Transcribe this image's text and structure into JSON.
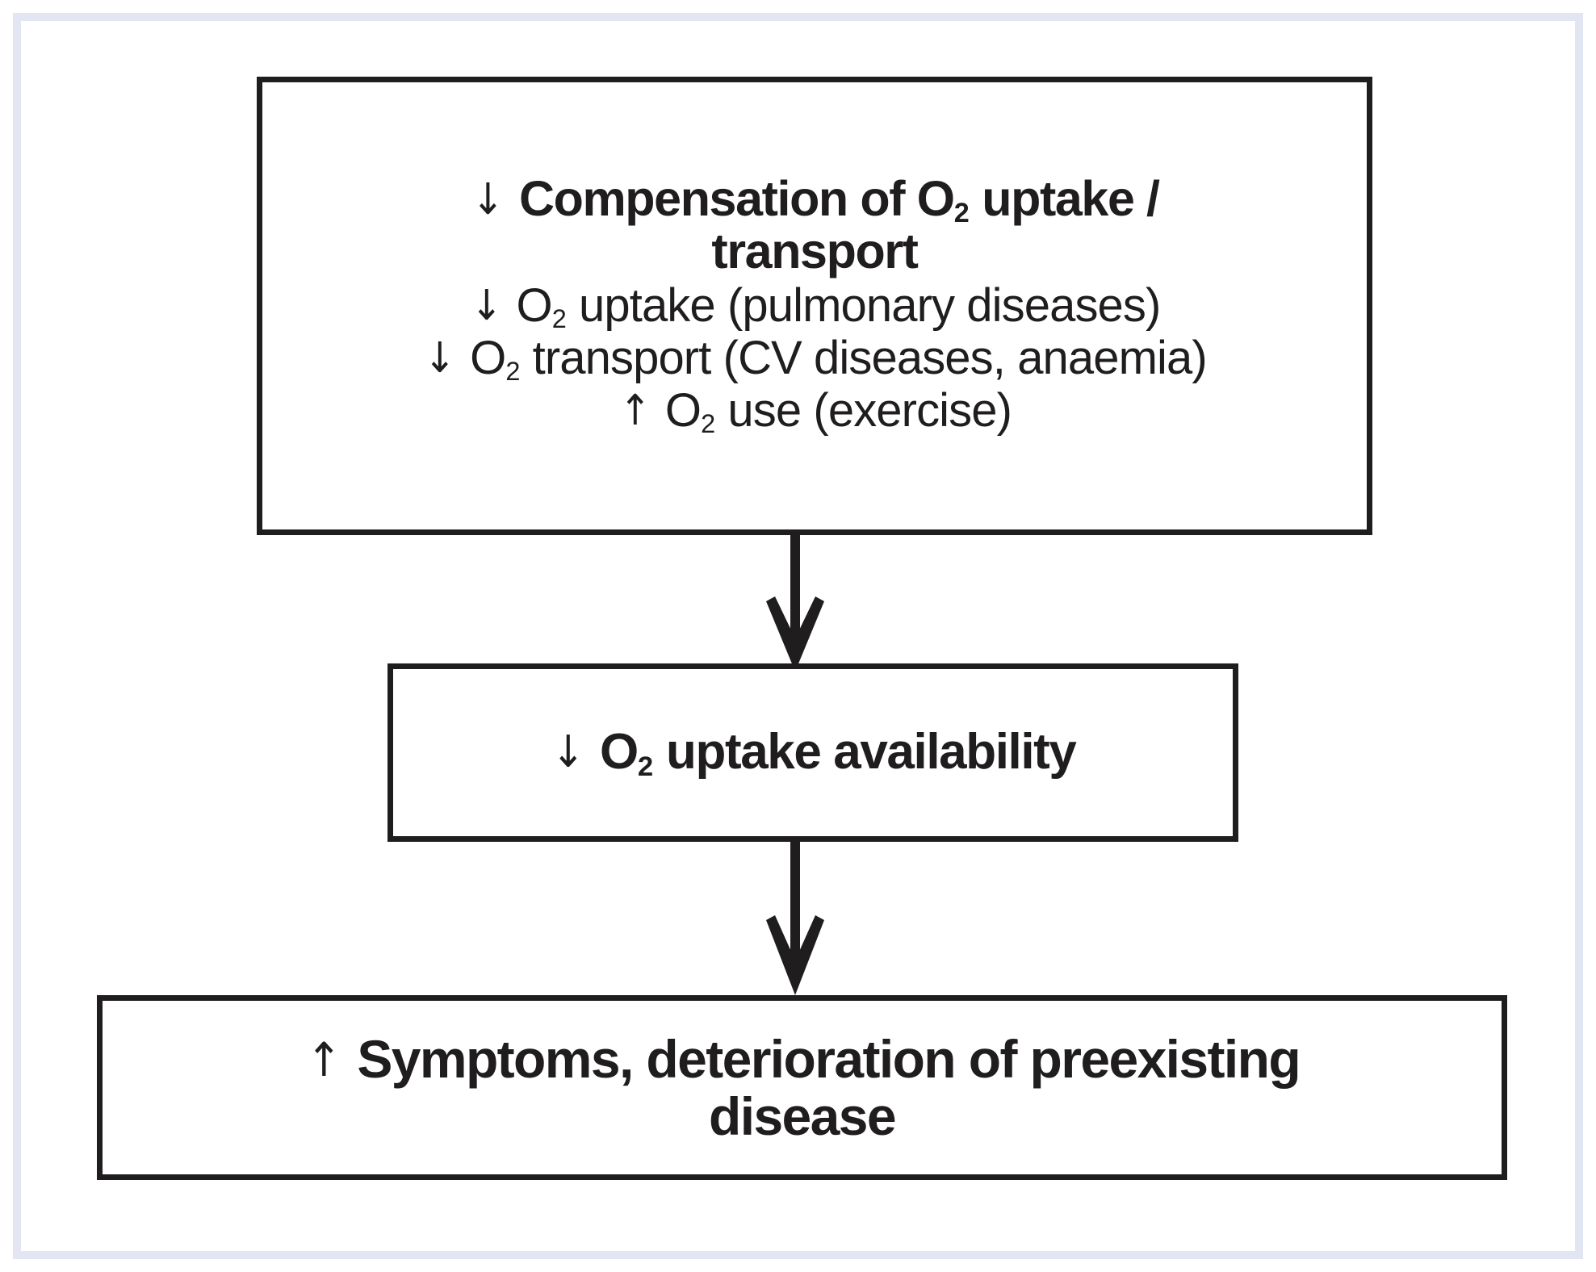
{
  "figure": {
    "type": "flowchart",
    "orientation": "vertical",
    "frame_color": "#e2e6f3",
    "box_border_color": "#201d1e",
    "text_color": "#201d1e",
    "background_color": "#ffffff"
  },
  "boxes": [
    {
      "id": "compensation",
      "heading": {
        "arrow": "↓",
        "text_before_sub": "Compensation of O",
        "sub": "2",
        "text_after_sub": " uptake /",
        "line2": "transport",
        "full_text": "↓ Compensation of O2 uptake / transport",
        "weight": "bold"
      },
      "sublines": [
        {
          "arrow": "↓",
          "text_before_sub": "O",
          "sub": "2",
          "text_after_sub": " uptake (pulmonary diseases)",
          "full_text": "↓ O2 uptake (pulmonary diseases)",
          "weight": "regular"
        },
        {
          "arrow": "↓",
          "text_before_sub": "O",
          "sub": "2",
          "text_after_sub": " transport (CV diseases, anaemia)",
          "full_text": "↓ O2 transport (CV diseases, anaemia)",
          "weight": "regular"
        },
        {
          "arrow": "↑",
          "text_before_sub": "O",
          "sub": "2",
          "text_after_sub": " use (exercise)",
          "full_text": "↑ O2 use (exercise)",
          "weight": "regular"
        }
      ]
    },
    {
      "id": "availability",
      "heading": {
        "arrow": "↓",
        "text_before_sub": "O",
        "sub": "2",
        "text_after_sub": " uptake availability",
        "full_text": "↓ O2 uptake availability",
        "weight": "bold"
      }
    },
    {
      "id": "symptoms",
      "heading": {
        "arrow": "↑",
        "text_before_sub": "Symptoms, deterioration of preexisting",
        "sub": "",
        "text_after_sub": "",
        "line2": "disease",
        "full_text": "↑ Symptoms, deterioration of preexisting disease",
        "weight": "bold"
      }
    }
  ],
  "connectors": [
    {
      "id": "arrow-1",
      "from": "compensation",
      "to": "availability",
      "direction": "down"
    },
    {
      "id": "arrow-2",
      "from": "availability",
      "to": "symptoms",
      "direction": "down"
    }
  ]
}
